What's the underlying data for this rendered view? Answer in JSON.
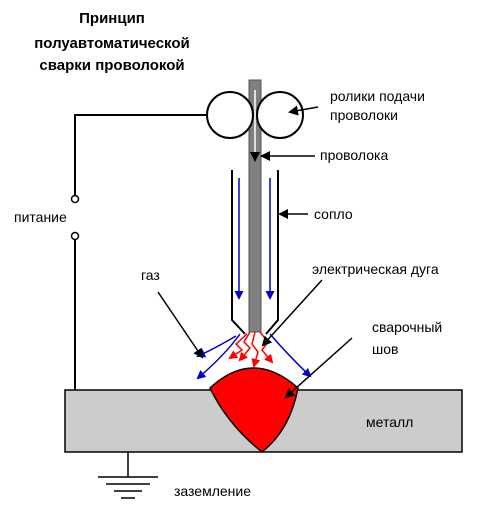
{
  "title": {
    "line1": "Принцип",
    "line2": "полуавтоматической",
    "line3": "сварки проволокой"
  },
  "labels": {
    "rollers_line1": "ролики подачи",
    "rollers_line2": "проволоки",
    "wire": "проволока",
    "nozzle": "сопло",
    "power": "питание",
    "gas": "газ",
    "arc": "электрическая дуга",
    "weld_line1": "сварочный",
    "weld_line2": "шов",
    "metal": "металл",
    "ground": "заземление"
  },
  "colors": {
    "metal_fill": "#cccccc",
    "weld_fill": "#ff0000",
    "wire_fill": "#808080",
    "gas_arrow": "#0000cc",
    "arc_color": "#ff0000",
    "line": "#000000"
  }
}
